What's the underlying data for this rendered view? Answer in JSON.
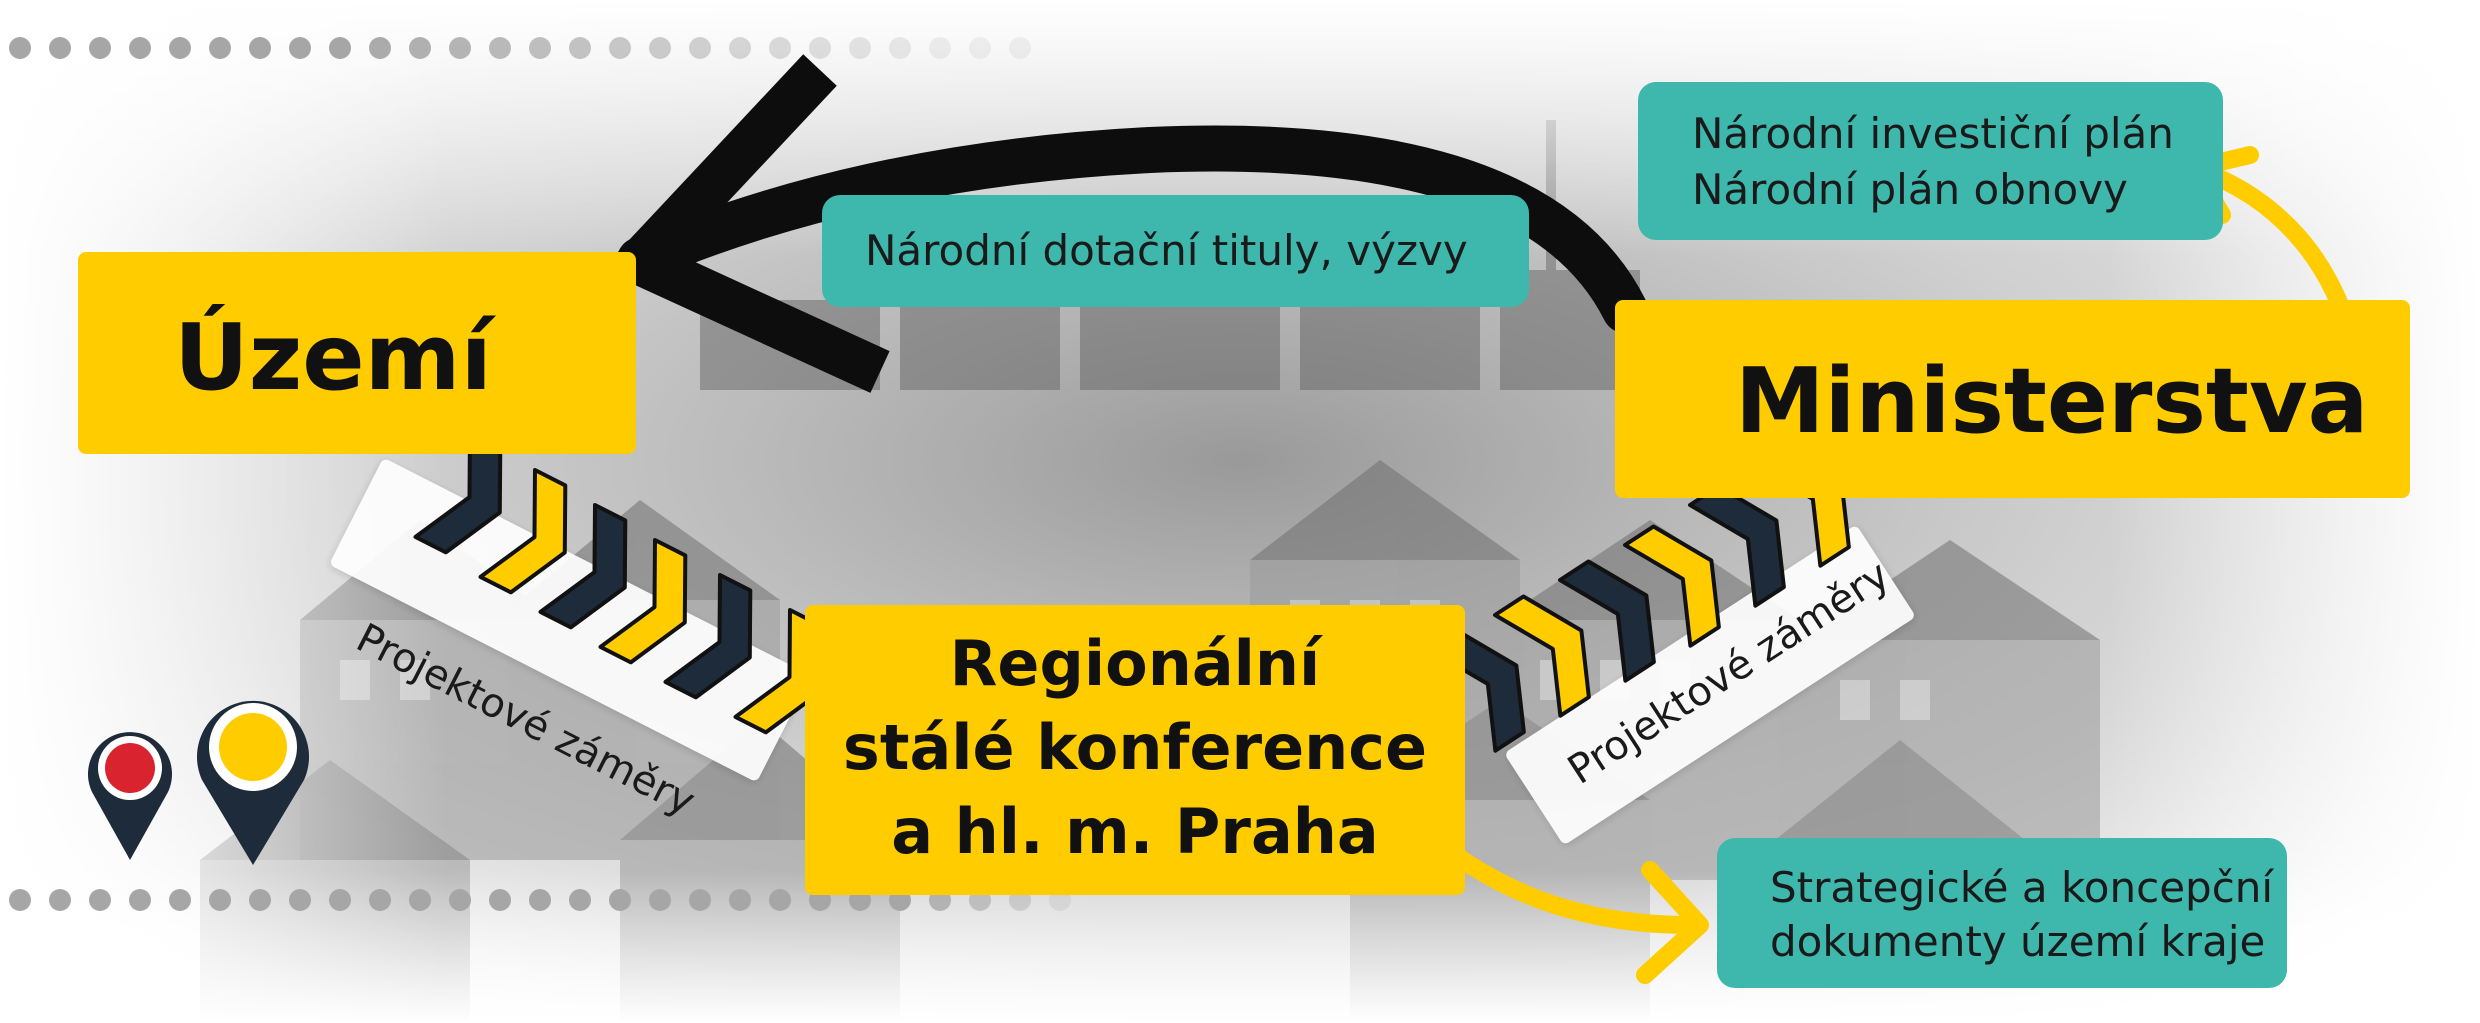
{
  "nodes": {
    "uzemi": {
      "label": "Území"
    },
    "ministerstva": {
      "label": "Ministerstva"
    },
    "regionalni": {
      "lines": [
        "Regionální",
        "stálé konference",
        "a hl. m. Praha"
      ]
    }
  },
  "callouts": {
    "narodni_dotacni": "Národní dotační tituly, výzvy",
    "narodni_plany": [
      "Národní investiční plán",
      "Národní plán obnovy"
    ],
    "strategicke": [
      "Strategické a koncepční",
      "dokumenty území kraje"
    ]
  },
  "ribbons": {
    "left": "Projektové záměry",
    "right": "Projektové záměry"
  },
  "colors": {
    "yellow": "#ffcc00",
    "teal": "#3eb8ad",
    "navy": "#1d2b3a",
    "red": "#d9232e",
    "dots": "#a6a6a6"
  },
  "icons": [
    "map-pin-red-icon",
    "map-pin-yellow-icon"
  ]
}
